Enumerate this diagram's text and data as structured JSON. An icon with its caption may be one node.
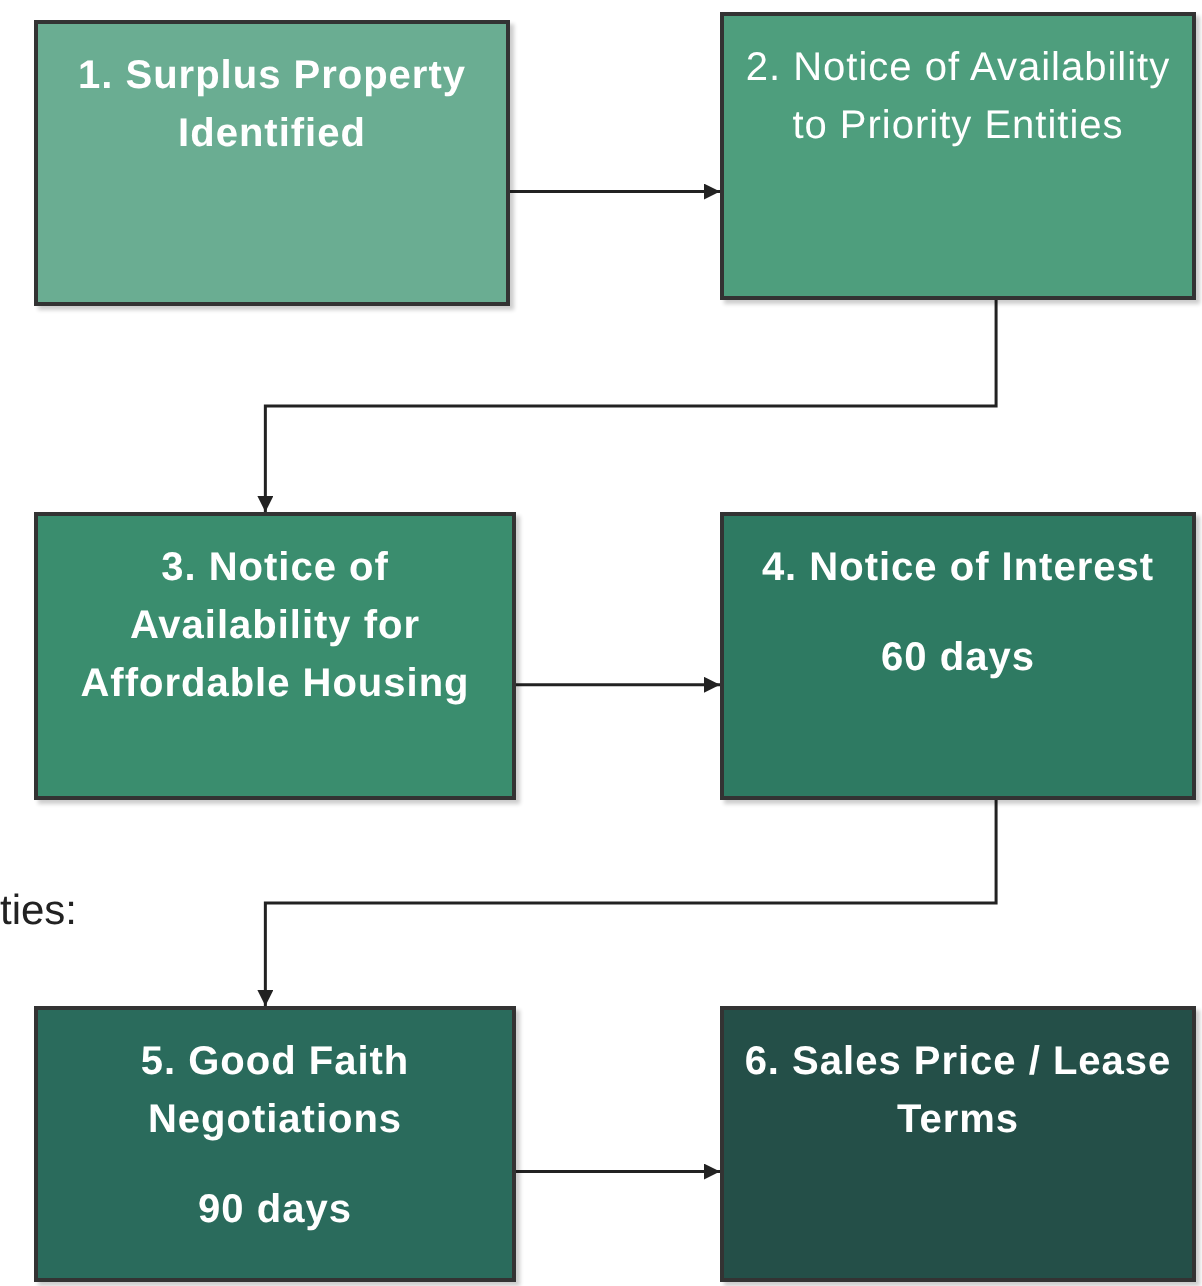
{
  "diagram": {
    "nodes": [
      {
        "text": [
          "1. Surplus Property Identified"
        ]
      },
      {
        "text": [
          "2. Notice of Availability to Priority Entities"
        ]
      },
      {
        "text": [
          "3. Notice of Availability for Affordable Housing"
        ]
      },
      {
        "text": [
          "4. Notice of Interest",
          "60 days"
        ]
      },
      {
        "text": [
          "5. Good Faith Negotiations",
          "90 days"
        ]
      },
      {
        "text": [
          "6. Sales Price / Lease Terms"
        ]
      }
    ],
    "edges": [
      {
        "from": 0,
        "to": 1,
        "arrow": "to"
      },
      {
        "from": 1,
        "to": 2,
        "arrow": "to"
      },
      {
        "from": 2,
        "to": 3,
        "arrow": "to"
      },
      {
        "from": 3,
        "to": 4,
        "arrow": "to"
      },
      {
        "from": 4,
        "to": 5,
        "arrow": "to"
      }
    ],
    "labels": [
      "ties:"
    ]
  }
}
